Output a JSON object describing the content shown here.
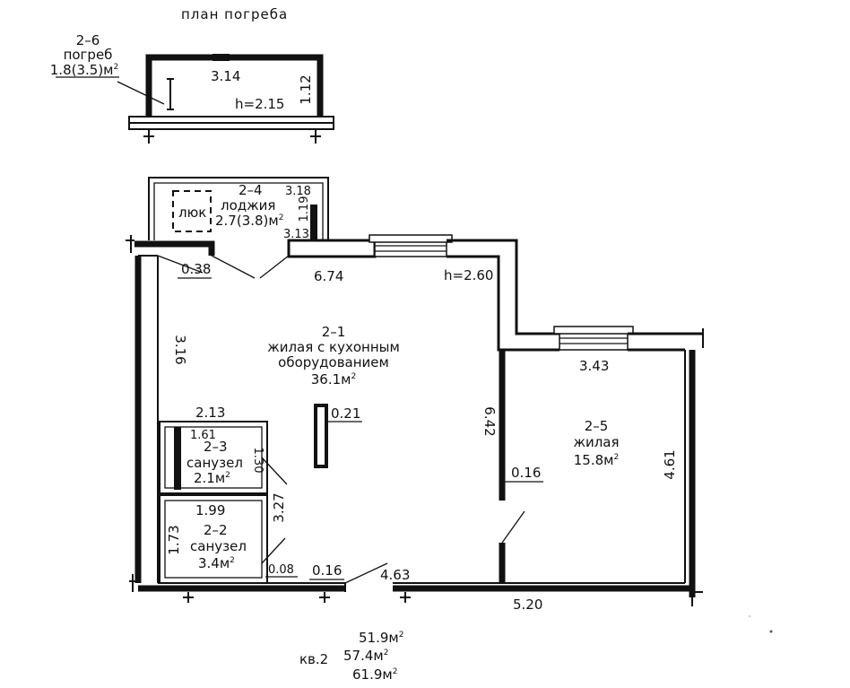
{
  "title": "план погреба",
  "rooms": {
    "r26": {
      "code": "2–6",
      "name": "погреб",
      "area": "1.8(3.5)м",
      "sup": "2"
    },
    "r24": {
      "code": "2–4",
      "name": "лоджия",
      "area": "2.7(3.8)м",
      "sup": "2"
    },
    "r21": {
      "code": "2–1",
      "name1": "жилая с кухонным",
      "name2": "оборудованием",
      "area": "36.1м",
      "sup": "2"
    },
    "r23": {
      "code": "2–3",
      "name": "санузел",
      "area": "2.1м",
      "sup": "2"
    },
    "r22": {
      "code": "2–2",
      "name": "санузел",
      "area": "3.4м",
      "sup": "2"
    },
    "r25": {
      "code": "2–5",
      "name": "жилая",
      "area": "15.8м",
      "sup": "2"
    }
  },
  "hatch_label": "люк",
  "dimensions": {
    "cellar_len": "3.14",
    "cellar_w": "1.12",
    "cellar_h": "h=2.15",
    "loggia_top": "3.18",
    "loggia_side": "1.19",
    "loggia_bottom": "3.13",
    "d038": "0.38",
    "d674": "6.74",
    "h260": "h=2.60",
    "d316": "3.16",
    "d343": "3.43",
    "d213": "2.13",
    "d021": "0.21",
    "d642": "6.42",
    "d161": "1.61",
    "d130": "1.30",
    "d016a": "0.16",
    "d461": "4.61",
    "d327": "3.27",
    "d199": "1.99",
    "d173": "1.73",
    "d008": "0.08",
    "d016b": "0.16",
    "d463": "4.63",
    "d520": "5.20"
  },
  "summary": {
    "apt": "кв.2",
    "a1": "51.9м",
    "a2": "57.4м",
    "a3": "61.9м",
    "sup": "2"
  }
}
